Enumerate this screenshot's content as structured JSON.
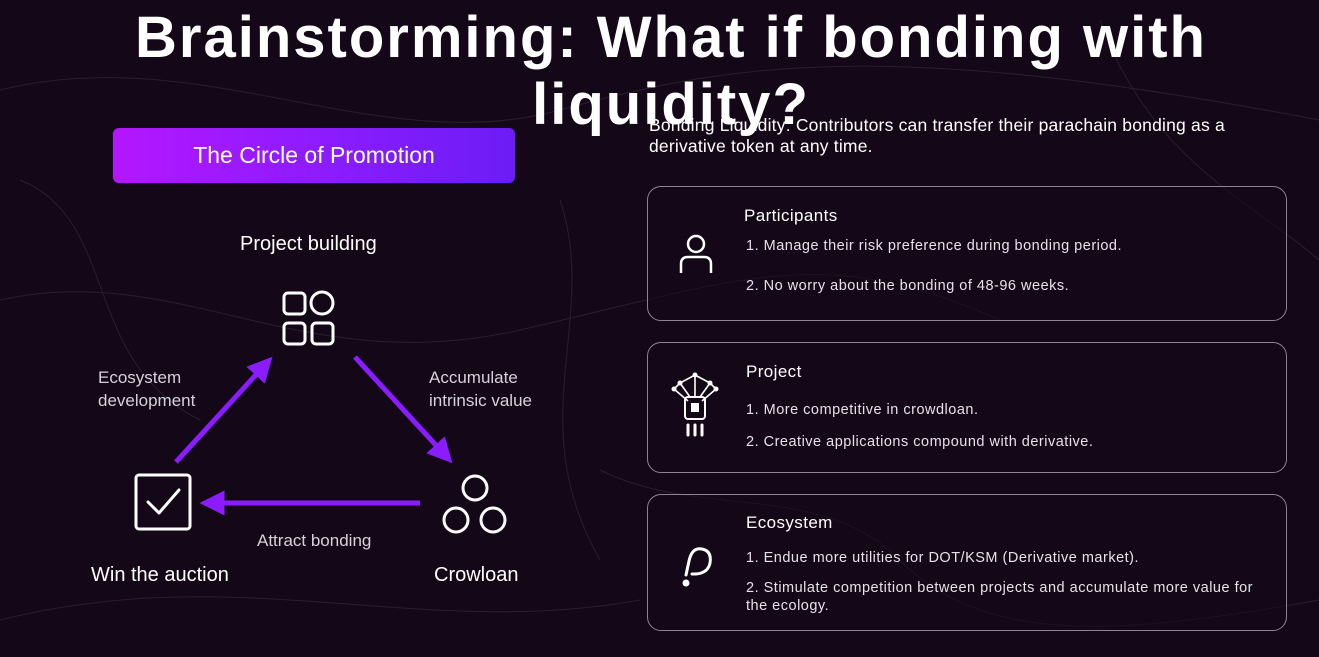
{
  "title": "Brainstorming: What if bonding with liquidity?",
  "circle": {
    "button_label": "The Circle of Promotion",
    "nodes": {
      "project_building": "Project building",
      "crowloan": "Crowloan",
      "win_auction": "Win the auction"
    },
    "edges": {
      "ecosystem_line1": "Ecosystem",
      "ecosystem_line2": "development",
      "accumulate_line1": "Accumulate",
      "accumulate_line2": "intrinsic value",
      "attract": "Attract bonding"
    },
    "accent_color": "#8a1cff"
  },
  "intro": "Bonding Liquidity: Contributors can transfer their parachain bonding as a derivative token at any time.",
  "cards": [
    {
      "title": "Participants",
      "icon": "person-icon",
      "items": [
        "1. Manage their risk preference during bonding period.",
        "2. No worry about the bonding of 48-96 weeks."
      ]
    },
    {
      "title": "Project",
      "icon": "chip-network-icon",
      "items": [
        "1. More competitive in crowdloan.",
        "2. Creative applications compound with derivative."
      ]
    },
    {
      "title": "Ecosystem",
      "icon": "polkadot-icon",
      "items": [
        "1. Endue more utilities for DOT/KSM (Derivative market).",
        "2. Stimulate competition between projects and accumulate more value for the ecology."
      ]
    }
  ]
}
